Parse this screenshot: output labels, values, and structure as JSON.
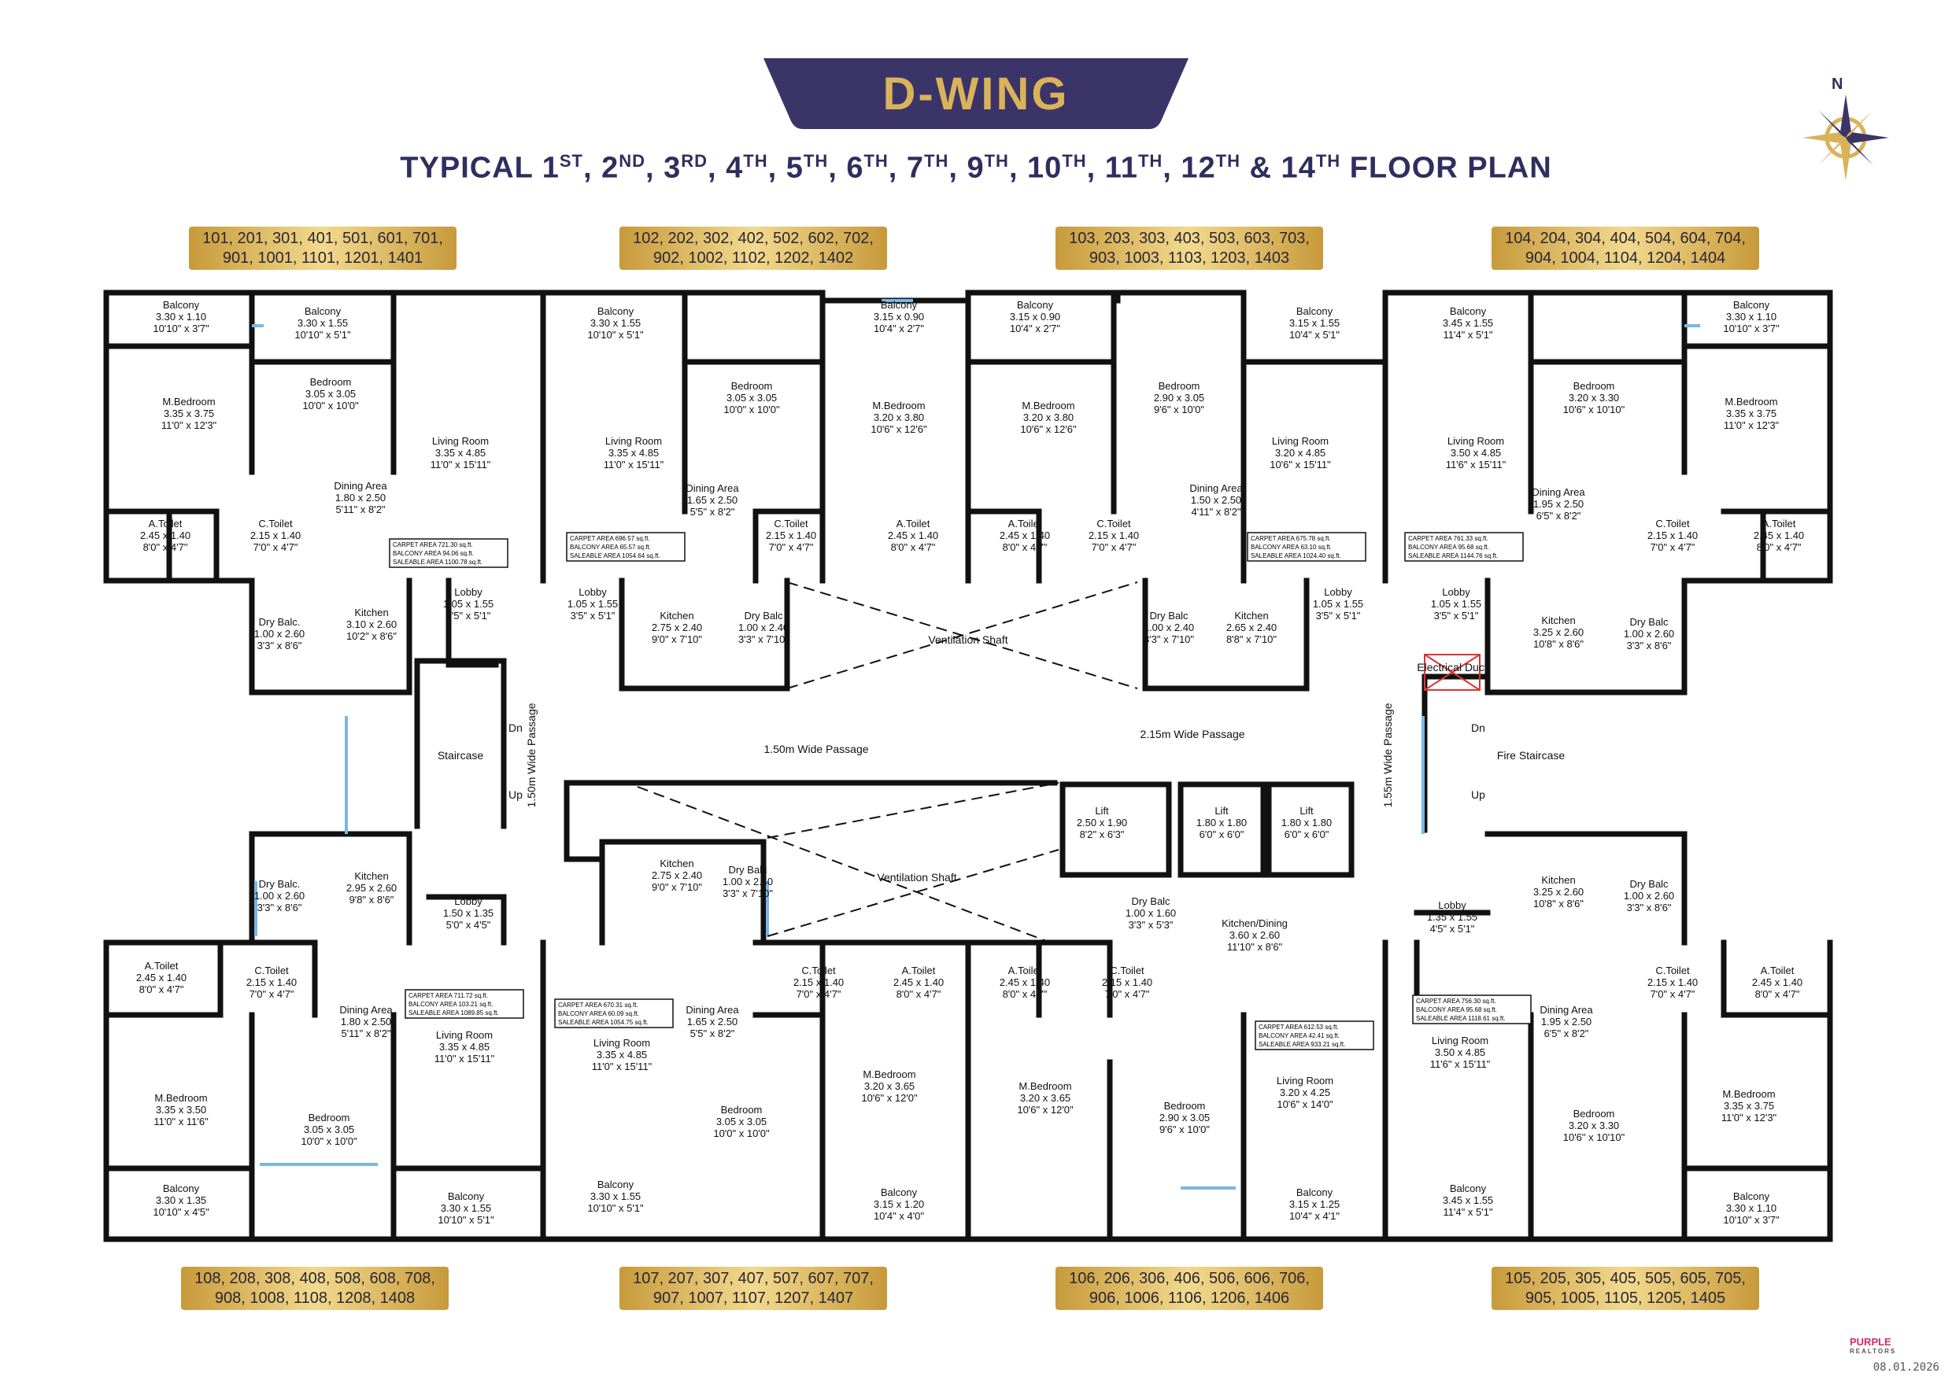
{
  "header": {
    "wing_title": "D-WING",
    "plan_title_parts": [
      {
        "text": "TYPICAL 1",
        "sup": "ST"
      },
      {
        "text": ", 2",
        "sup": "ND"
      },
      {
        "text": ", 3",
        "sup": "RD"
      },
      {
        "text": ", 4",
        "sup": "TH"
      },
      {
        "text": ", 5",
        "sup": "TH"
      },
      {
        "text": ", 6",
        "sup": "TH"
      },
      {
        "text": ", 7",
        "sup": "TH"
      },
      {
        "text": ", 9",
        "sup": "TH"
      },
      {
        "text": ", 10",
        "sup": "TH"
      },
      {
        "text": ", 11",
        "sup": "TH"
      },
      {
        "text": ", 12",
        "sup": "TH"
      },
      {
        "text": " & 14",
        "sup": "TH"
      },
      {
        "text": " FLOOR PLAN",
        "sup": ""
      }
    ]
  },
  "compass": {
    "label": "N"
  },
  "unit_groups": {
    "top": [
      {
        "line1": "101, 201, 301, 401, 501, 601, 701,",
        "line2": "901, 1001, 1101, 1201, 1401"
      },
      {
        "line1": "102, 202, 302, 402, 502, 602, 702,",
        "line2": "902, 1002, 1102, 1202, 1402"
      },
      {
        "line1": "103, 203, 303, 403, 503, 603, 703,",
        "line2": "903, 1003, 1103, 1203, 1403"
      },
      {
        "line1": "104, 204, 304, 404, 504, 604, 704,",
        "line2": "904, 1004, 1104, 1204, 1404"
      }
    ],
    "bottom": [
      {
        "line1": "108, 208, 308, 408, 508, 608, 708,",
        "line2": "908, 1008, 1108, 1208, 1408"
      },
      {
        "line1": "107, 207, 307, 407, 507, 607, 707,",
        "line2": "907, 1007, 1107, 1207, 1407"
      },
      {
        "line1": "106, 206, 306, 406, 506, 606, 706,",
        "line2": "906, 1006, 1106, 1206, 1406"
      },
      {
        "line1": "105, 205, 305, 405, 505, 605, 705,",
        "line2": "905, 1005, 1105, 1205, 1405"
      }
    ]
  },
  "rooms": {
    "u1_balcony": [
      "Balcony",
      "3.30 x 1.10",
      "10'10\" x 3'7\""
    ],
    "u1_balcony2": [
      "Balcony",
      "3.30 x 1.55",
      "10'10\" x 5'1\""
    ],
    "u1_mbed": [
      "M.Bedroom",
      "3.35 x 3.75",
      "11'0\" x 12'3\""
    ],
    "u1_bed": [
      "Bedroom",
      "3.05 x 3.05",
      "10'0\" x 10'0\""
    ],
    "u1_living": [
      "Living Room",
      "3.35 x 4.85",
      "11'0\" x 15'11\""
    ],
    "u1_dining": [
      "Dining Area",
      "1.80 x 2.50",
      "5'11\" x 8'2\""
    ],
    "u1_atoilet": [
      "A.Toilet",
      "2.45 x 1.40",
      "8'0\" x 4'7\""
    ],
    "u1_ctoilet": [
      "C.Toilet",
      "2.15 x 1.40",
      "7'0\" x 4'7\""
    ],
    "u1_kitchen": [
      "Kitchen",
      "3.10 x 2.60",
      "10'2\" x 8'6\""
    ],
    "u1_drybalc": [
      "Dry Balc.",
      "1.00 x 2.60",
      "3'3\" x 8'6\""
    ],
    "u1_lobby": [
      "Lobby",
      "1.05 x 1.55",
      "3'5\" x 5'1\""
    ],
    "u2_balcony": [
      "Balcony",
      "3.30 x 1.55",
      "10'10\" x 5'1\""
    ],
    "u2_living": [
      "Living Room",
      "3.35 x 4.85",
      "11'0\" x 15'11\""
    ],
    "u2_bed": [
      "Bedroom",
      "3.05 x 3.05",
      "10'0\" x 10'0\""
    ],
    "u2_balcony2": [
      "Balcony",
      "3.15 x 0.90",
      "10'4\" x 2'7\""
    ],
    "u2_mbed": [
      "M.Bedroom",
      "3.20 x 3.80",
      "10'6\" x 12'6\""
    ],
    "u2_dining": [
      "Dining Area",
      "1.65 x 2.50",
      "5'5\" x 8'2\""
    ],
    "u2_ctoilet": [
      "C.Toilet",
      "2.15 x 1.40",
      "7'0\" x 4'7\""
    ],
    "u2_atoilet": [
      "A.Toilet",
      "2.45 x 1.40",
      "8'0\" x 4'7\""
    ],
    "u2_lobby": [
      "Lobby",
      "1.05 x 1.55",
      "3'5\" x 5'1\""
    ],
    "u2_kitchen": [
      "Kitchen",
      "2.75 x 2.40",
      "9'0\" x 7'10\""
    ],
    "u2_drybalc": [
      "Dry Balc",
      "1.00 x 2.40",
      "3'3\" x 7'10\""
    ],
    "u3_balcony": [
      "Balcony",
      "3.15 x 0.90",
      "10'4\" x 2'7\""
    ],
    "u3_mbed": [
      "M.Bedroom",
      "3.20 x 3.80",
      "10'6\" x 12'6\""
    ],
    "u3_bed": [
      "Bedroom",
      "2.90 x 3.05",
      "9'6\" x 10'0\""
    ],
    "u3_balcony2": [
      "Balcony",
      "3.15 x 1.55",
      "10'4\" x 5'1\""
    ],
    "u3_living": [
      "Living Room",
      "3.20 x 4.85",
      "10'6\" x 15'11\""
    ],
    "u3_dining": [
      "Dining Area",
      "1.50 x 2.50",
      "4'11\" x 8'2\""
    ],
    "u3_atoilet": [
      "A.Toilet",
      "2.45 x 1.40",
      "8'0\" x 4'7\""
    ],
    "u3_ctoilet": [
      "C.Toilet",
      "2.15 x 1.40",
      "7'0\" x 4'7\""
    ],
    "u3_drybalc": [
      "Dry Balc",
      "1.00 x 2.40",
      "3'3\" x 7'10\""
    ],
    "u3_kitchen": [
      "Kitchen",
      "2.65 x 2.40",
      "8'8\" x 7'10\""
    ],
    "u3_lobby": [
      "Lobby",
      "1.05 x 1.55",
      "3'5\" x 5'1\""
    ],
    "u4_balcony": [
      "Balcony",
      "3.45 x 1.55",
      "11'4\" x 5'1\""
    ],
    "u4_living": [
      "Living Room",
      "3.50 x 4.85",
      "11'6\" x 15'11\""
    ],
    "u4_bed": [
      "Bedroom",
      "3.20 x 3.30",
      "10'6\" x 10'10\""
    ],
    "u4_balcony2": [
      "Balcony",
      "3.30 x 1.10",
      "10'10\" x 3'7\""
    ],
    "u4_mbed": [
      "M.Bedroom",
      "3.35 x 3.75",
      "11'0\" x 12'3\""
    ],
    "u4_dining": [
      "Dining Area",
      "1.95 x 2.50",
      "6'5\" x 8'2\""
    ],
    "u4_ctoilet": [
      "C.Toilet",
      "2.15 x 1.40",
      "7'0\" x 4'7\""
    ],
    "u4_atoilet": [
      "A.Toilet",
      "2.45 x 1.40",
      "8'0\" x 4'7\""
    ],
    "u4_lobby": [
      "Lobby",
      "1.05 x 1.55",
      "3'5\" x 5'1\""
    ],
    "u4_kitchen": [
      "Kitchen",
      "3.25 x 2.60",
      "10'8\" x 8'6\""
    ],
    "u4_drybalc": [
      "Dry Balc",
      "1.00 x 2.60",
      "3'3\" x 8'6\""
    ],
    "u8_drybalc": [
      "Dry Balc.",
      "1.00 x 2.60",
      "3'3\" x 8'6\""
    ],
    "u8_kitchen": [
      "Kitchen",
      "2.95 x 2.60",
      "9'8\" x 8'6\""
    ],
    "u8_lobby": [
      "Lobby",
      "1.50 x 1.35",
      "5'0\" x 4'5\""
    ],
    "u8_atoilet": [
      "A.Toilet",
      "2.45 x 1.40",
      "8'0\" x 4'7\""
    ],
    "u8_ctoilet": [
      "C.Toilet",
      "2.15 x 1.40",
      "7'0\" x 4'7\""
    ],
    "u8_dining": [
      "Dining Area",
      "1.80 x 2.50",
      "5'11\" x 8'2\""
    ],
    "u8_living": [
      "Living Room",
      "3.35 x 4.85",
      "11'0\" x 15'11\""
    ],
    "u8_mbed": [
      "M.Bedroom",
      "3.35 x 3.50",
      "11'0\" x 11'6\""
    ],
    "u8_bed": [
      "Bedroom",
      "3.05 x 3.05",
      "10'0\" x 10'0\""
    ],
    "u8_balcony": [
      "Balcony",
      "3.30 x 1.35",
      "10'10\" x 4'5\""
    ],
    "u8_balcony2": [
      "Balcony",
      "3.30 x 1.55",
      "10'10\" x 5'1\""
    ],
    "u7_kitchen": [
      "Kitchen",
      "2.75 x 2.40",
      "9'0\" x 7'10\""
    ],
    "u7_drybalc": [
      "Dry Balc",
      "1.00 x 2.40",
      "3'3\" x 7'10\""
    ],
    "u7_living": [
      "Living Room",
      "3.35 x 4.85",
      "11'0\" x 15'11\""
    ],
    "u7_dining": [
      "Dining Area",
      "1.65 x 2.50",
      "5'5\" x 8'2\""
    ],
    "u7_ctoilet": [
      "C.Toilet",
      "2.15 x 1.40",
      "7'0\" x 4'7\""
    ],
    "u7_atoilet": [
      "A.Toilet",
      "2.45 x 1.40",
      "8'0\" x 4'7\""
    ],
    "u7_bed": [
      "Bedroom",
      "3.05 x 3.05",
      "10'0\" x 10'0\""
    ],
    "u7_mbed": [
      "M.Bedroom",
      "3.20 x 3.65",
      "10'6\" x 12'0\""
    ],
    "u7_balcony": [
      "Balcony",
      "3.30 x 1.55",
      "10'10\" x 5'1\""
    ],
    "u7_balcony2": [
      "Balcony",
      "3.15 x 1.20",
      "10'4\" x 4'0\""
    ],
    "u6_atoilet": [
      "A.Toilet",
      "2.45 x 1.40",
      "8'0\" x 4'7\""
    ],
    "u6_ctoilet": [
      "C.Toilet",
      "2.15 x 1.40",
      "7'0\" x 4'7\""
    ],
    "u6_mbed": [
      "M.Bedroom",
      "3.20 x 3.65",
      "10'6\" x 12'0\""
    ],
    "u6_bed": [
      "Bedroom",
      "2.90 x 3.05",
      "9'6\" x 10'0\""
    ],
    "u6_living": [
      "Living Room",
      "3.20 x 4.25",
      "10'6\" x 14'0\""
    ],
    "u6_drybalc": [
      "Dry Balc",
      "1.00 x 1.60",
      "3'3\" x 5'3\""
    ],
    "u6_kitchen": [
      "Kitchen/Dining",
      "3.60 x 2.60",
      "11'10\" x 8'6\""
    ],
    "u6_balcony": [
      "Balcony",
      "3.15 x 1.25",
      "10'4\" x 4'1\""
    ],
    "u5_lobby": [
      "Lobby",
      "1.35 x 1.55",
      "4'5\" x 5'1\""
    ],
    "u5_kitchen": [
      "Kitchen",
      "3.25 x 2.60",
      "10'8\" x 8'6\""
    ],
    "u5_drybalc": [
      "Dry Balc",
      "1.00 x 2.60",
      "3'3\" x 8'6\""
    ],
    "u5_dining": [
      "Dining Area",
      "1.95 x 2.50",
      "6'5\" x 8'2\""
    ],
    "u5_ctoilet": [
      "C.Toilet",
      "2.15 x 1.40",
      "7'0\" x 4'7\""
    ],
    "u5_atoilet": [
      "A.Toilet",
      "2.45 x 1.40",
      "8'0\" x 4'7\""
    ],
    "u5_living": [
      "Living Room",
      "3.50 x 4.85",
      "11'6\" x 15'11\""
    ],
    "u5_bed": [
      "Bedroom",
      "3.20 x 3.30",
      "10'6\" x 10'10\""
    ],
    "u5_mbed": [
      "M.Bedroom",
      "3.35 x 3.75",
      "11'0\" x 12'3\""
    ],
    "u5_balcony": [
      "Balcony",
      "3.45 x 1.55",
      "11'4\" x 5'1\""
    ],
    "u5_balcony2": [
      "Balcony",
      "3.30 x 1.10",
      "10'10\" x 3'7\""
    ],
    "lift1": [
      "Lift",
      "2.50 x 1.90",
      "8'2\" x 6'3\""
    ],
    "lift2": [
      "Lift",
      "1.80 x 1.80",
      "6'0\" x 6'0\""
    ],
    "lift3": [
      "Lift",
      "1.80 x 1.80",
      "6'0\" x 6'0\""
    ]
  },
  "common": {
    "vent_shaft": "Ventilation Shaft",
    "vent_shaft2": "Ventilation Shaft",
    "passage1": "1.50m Wide Passage",
    "passage2": "2.15m Wide Passage",
    "passage_v1": "1.50m Wide Passage",
    "passage_v2": "1.55m Wide Passage",
    "staircase": "Staircase",
    "fire_staircase": "Fire Staircase",
    "electrical_duct": "Electrical Duct",
    "dn": "Dn",
    "up": "Up"
  },
  "area_tables": {
    "labels": [
      "CARPET AREA",
      "BALCONY AREA",
      "SALEABLE AREA"
    ],
    "unit": "sq.ft.",
    "u1": [
      "721.30",
      "94.06",
      "1100.78"
    ],
    "u2": [
      "696.57",
      "65.57",
      "1054.64"
    ],
    "u3": [
      "675.78",
      "63.10",
      "1024.40"
    ],
    "u4": [
      "761.33",
      "95.68",
      "1144.76"
    ],
    "u8": [
      "711.72",
      "103.21",
      "1089.85"
    ],
    "u7": [
      "670.31",
      "60.09",
      "1054.75"
    ],
    "u6": [
      "612.53",
      "42.41",
      "933.21"
    ],
    "u5": [
      "756.30",
      "95.68",
      "1118.61"
    ]
  },
  "footer": {
    "date": "08.01.2026",
    "logo_text": "PURPLE",
    "logo_sub": "REALTORS"
  },
  "colors": {
    "banner": "#3a3468",
    "gold": "#d9b25a",
    "wall": "#111111",
    "window": "#79b7e8",
    "door_outline": "#333333"
  }
}
